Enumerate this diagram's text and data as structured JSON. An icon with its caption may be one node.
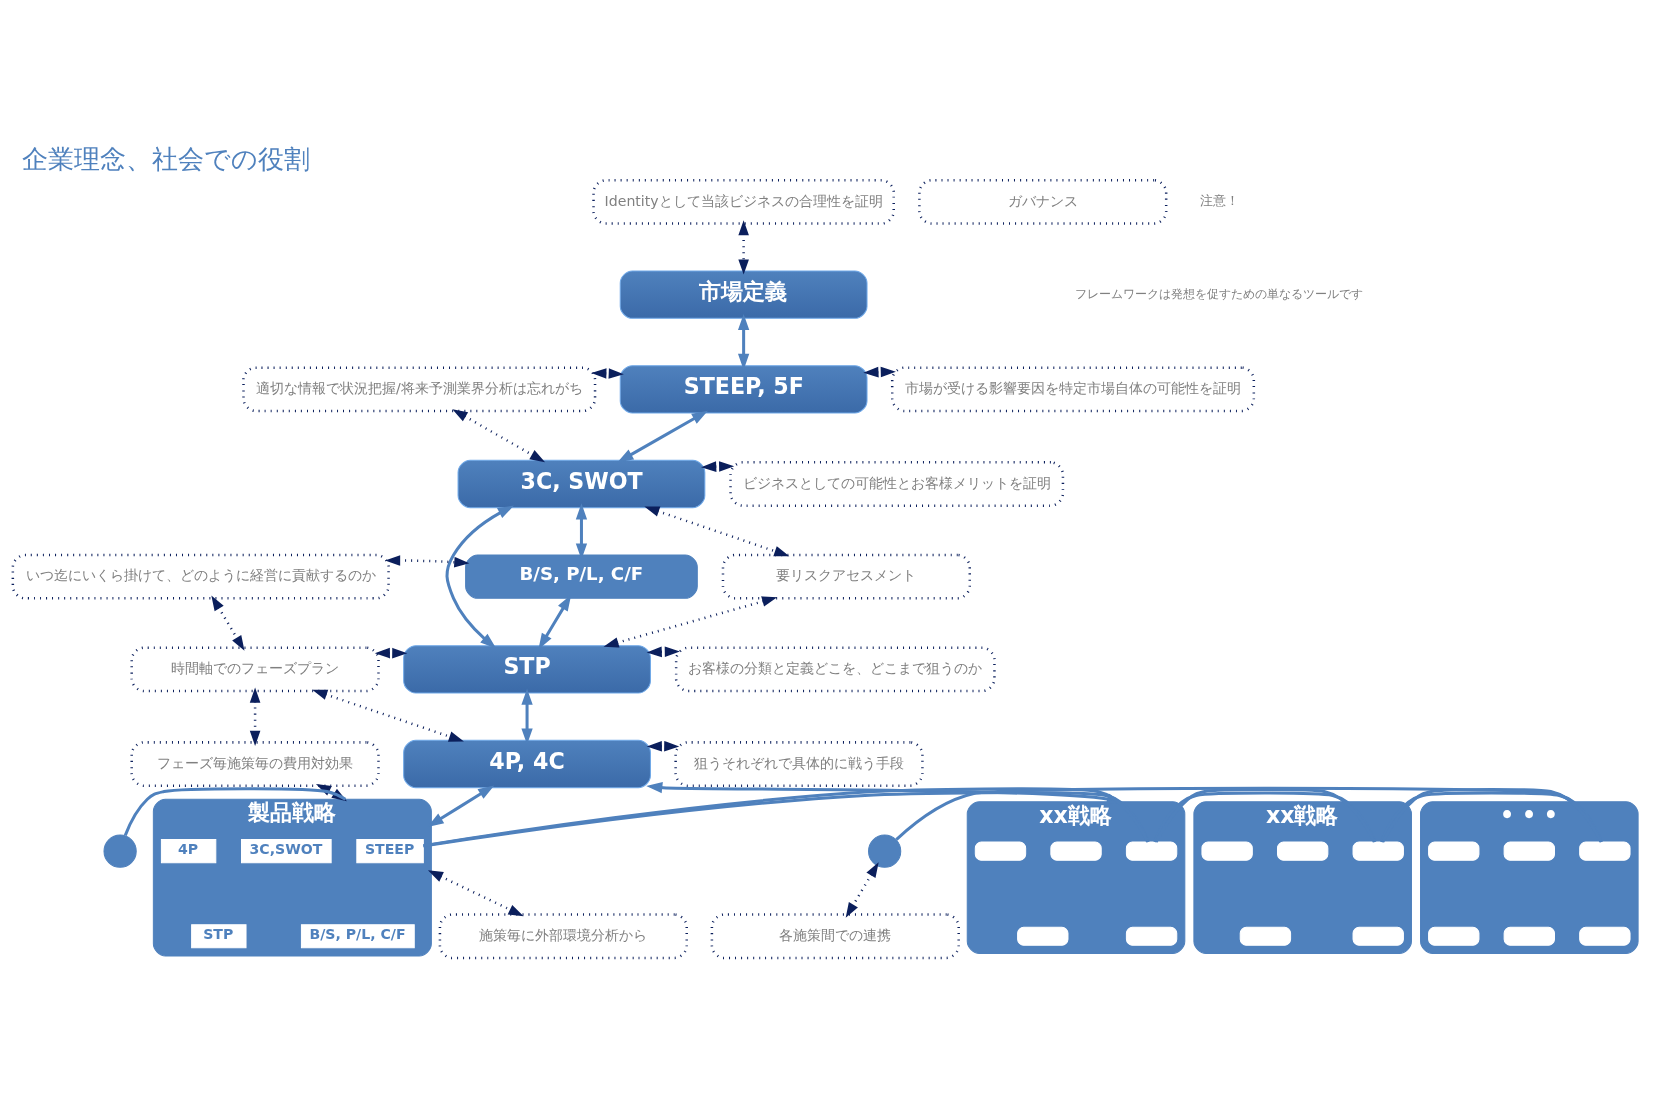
{
  "diagram": {
    "title": "企業理念、社会での役割",
    "nodes": [
      {
        "text": [
          "Identityとして当該ビジネスの合理性を証明"
        ]
      },
      {
        "text": [
          "ガバナンス"
        ]
      },
      {
        "text": [
          "市場定義"
        ]
      },
      {
        "text": [
          "市場が受ける影響要因を特定市場自体の可能性を証明"
        ]
      },
      {
        "text": [
          "適切な情報で状況把握/将来予測業界分析は忘れがち"
        ]
      },
      {
        "text": [
          "STEEP, 5F"
        ]
      },
      {
        "text": [
          "ビジネスとしての可能性とお客様メリットを証明"
        ]
      },
      {
        "text": [
          "3C, SWOT"
        ]
      },
      {
        "text": [
          "要リスクアセスメント"
        ]
      },
      {
        "text": [
          "いつ迄にいくら掛けて、どのように経営に貢献するのか"
        ]
      },
      {
        "text": [
          "B/S, P/L, C/F"
        ]
      },
      {
        "text": [
          "STP"
        ]
      },
      {
        "text": [
          "時間軸でのフェーズプラン"
        ]
      },
      {
        "text": [
          "お客様の分類と定義どこを、どこまで狙うのか"
        ]
      },
      {
        "text": [
          "4P, 4C"
        ]
      },
      {
        "text": [
          "狙うそれぞれで具体的に戦う手段"
        ]
      },
      {
        "text": [
          "フェーズ毎施策毎の費用対効果"
        ]
      },
      {
        "text": [],
        "shape": "circle"
      },
      {
        "text": [
          "製品戦略"
        ]
      },
      {
        "text": [
          "STEEP"
        ],
        "in": 18
      },
      {
        "text": [
          "3C,SWOT"
        ],
        "in": 18
      },
      {
        "text": [
          "4P"
        ],
        "in": 18
      },
      {
        "text": [
          "B/S, P/L, C/F"
        ],
        "in": 18
      },
      {
        "text": [
          "STP"
        ],
        "in": 18
      },
      {
        "text": [
          "xx戦略"
        ]
      },
      {
        "text": [],
        "shape": "box",
        "in": 24
      },
      {
        "text": [],
        "shape": "box",
        "in": 24
      },
      {
        "text": [],
        "shape": "box",
        "in": 24
      },
      {
        "text": [],
        "shape": "box",
        "in": 24
      },
      {
        "text": [],
        "shape": "box",
        "in": 24
      },
      {
        "text": [
          "xx戦略"
        ]
      },
      {
        "text": [],
        "shape": "box",
        "in": 30
      },
      {
        "text": [],
        "shape": "box",
        "in": 30
      },
      {
        "text": [],
        "shape": "box",
        "in": 30
      },
      {
        "text": [],
        "shape": "box",
        "in": 30
      },
      {
        "text": [],
        "shape": "box",
        "in": 30
      },
      {
        "text": [
          "• • •"
        ]
      },
      {
        "text": [],
        "shape": "box",
        "in": 36
      },
      {
        "text": [],
        "shape": "box",
        "in": 36
      },
      {
        "text": [],
        "shape": "box",
        "in": 36
      },
      {
        "text": [],
        "shape": "box",
        "in": 36
      },
      {
        "text": [],
        "shape": "box",
        "in": 36
      },
      {
        "text": [],
        "shape": "box",
        "in": 36
      },
      {
        "text": [],
        "shape": "circle"
      },
      {
        "text": [
          "施策毎に外部環境分析から"
        ]
      },
      {
        "text": [
          "各施策間での連携"
        ]
      }
    ],
    "edges": [
      {
        "from": 0,
        "to": 2,
        "arrow": "both",
        "style": "dashed"
      },
      {
        "from": 2,
        "to": 5,
        "arrow": "both",
        "color": "#4f81bd"
      },
      {
        "from": 5,
        "to": 3,
        "arrow": "both",
        "style": "dashed"
      },
      {
        "from": 4,
        "to": 5,
        "arrow": "both",
        "style": "dashed"
      },
      {
        "from": 4,
        "to": 7,
        "arrow": "both",
        "style": "dashed"
      },
      {
        "from": 5,
        "to": 7,
        "arrow": "both",
        "color": "#4f81bd"
      },
      {
        "from": 7,
        "to": 6,
        "arrow": "both",
        "style": "dashed"
      },
      {
        "from": 7,
        "to": 10,
        "arrow": "both",
        "color": "#4f81bd"
      },
      {
        "from": 7,
        "to": 11,
        "arrow": "both",
        "color": "#4f81bd"
      },
      {
        "from": 7,
        "to": 8,
        "arrow": "both",
        "style": "dashed"
      },
      {
        "from": 11,
        "to": 8,
        "arrow": "both",
        "style": "dashed"
      },
      {
        "from": 9,
        "to": 10,
        "arrow": "both",
        "style": "dashed"
      },
      {
        "from": 10,
        "to": 11,
        "arrow": "both",
        "color": "#4f81bd"
      },
      {
        "from": 9,
        "to": 12,
        "arrow": "both",
        "style": "dashed"
      },
      {
        "from": 12,
        "to": 11,
        "arrow": "both",
        "style": "dashed"
      },
      {
        "from": 12,
        "to": 14,
        "arrow": "both",
        "style": "dashed"
      },
      {
        "from": 11,
        "to": 13,
        "arrow": "both",
        "style": "dashed"
      },
      {
        "from": 11,
        "to": 14,
        "arrow": "both",
        "color": "#4f81bd"
      },
      {
        "from": 14,
        "to": 15,
        "arrow": "both",
        "style": "dashed"
      },
      {
        "from": 12,
        "to": 16,
        "arrow": "both",
        "style": "dashed"
      },
      {
        "from": 14,
        "to": 18,
        "arrow": "both",
        "color": "#4f81bd"
      },
      {
        "from": 14,
        "to": 24,
        "arrow": "both",
        "color": "#4f81bd"
      },
      {
        "from": 16,
        "to": 18,
        "arrow": "both",
        "style": "dashed"
      },
      {
        "from": 17,
        "to": 18,
        "arrow": "none",
        "color": "#4f81bd"
      },
      {
        "from": 18,
        "to": 24,
        "arrow": "none",
        "color": "#4f81bd"
      },
      {
        "from": 24,
        "to": 30,
        "arrow": "none",
        "color": "#4f81bd"
      },
      {
        "from": 30,
        "to": 36,
        "arrow": "none",
        "color": "#4f81bd"
      },
      {
        "from": 36,
        "to": 43,
        "arrow": "none",
        "color": "#4f81bd"
      },
      {
        "from": 18,
        "to": 44,
        "arrow": "both",
        "style": "dashed"
      },
      {
        "from": 43,
        "to": 45,
        "arrow": "both",
        "style": "dashed"
      }
    ],
    "labels": [
      "注意！",
      "フレームワークは発想を促すための単なるツールです"
    ]
  }
}
